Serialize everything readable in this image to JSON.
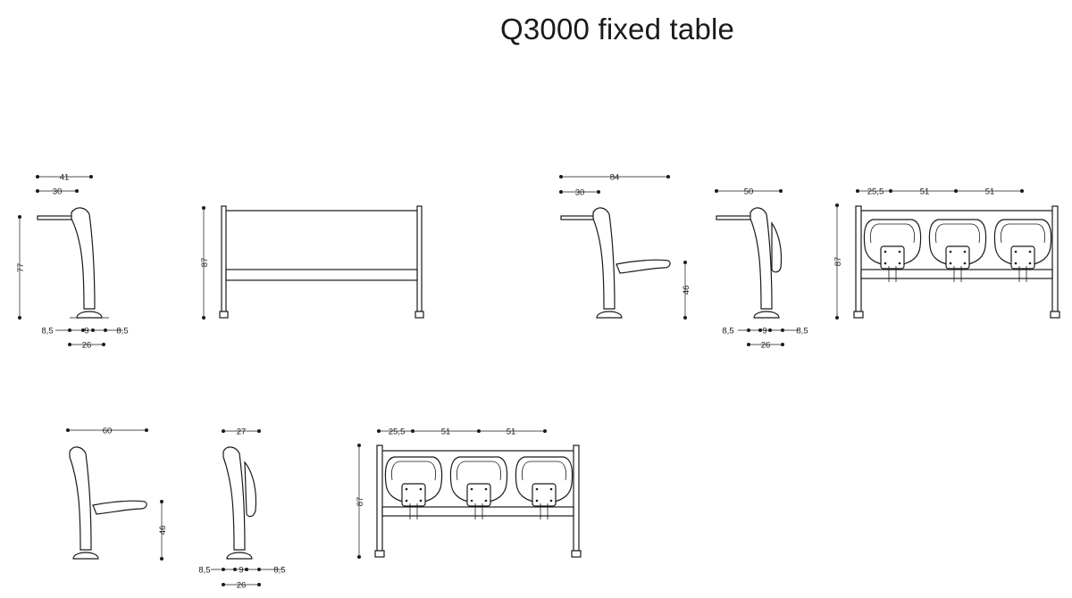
{
  "title": "Q3000 fixed table",
  "views": {
    "side_table": {
      "w_total": "41",
      "w_table": "30",
      "height": "77",
      "foot_l": "8,5",
      "foot_c": "9",
      "foot_r": "8,5",
      "foot_w": "26"
    },
    "front_table": {
      "height": "87"
    },
    "side_table_seat": {
      "w_total": "84",
      "w_table": "30",
      "seat_h": "46"
    },
    "side_table_folded": {
      "w_total": "50",
      "foot_l": "8,5",
      "foot_c": "9",
      "foot_r": "8,5",
      "foot_w": "26"
    },
    "front_three": {
      "edge": "25,5",
      "seat1": "51",
      "seat2": "51",
      "height": "87"
    },
    "side_seat": {
      "w_total": "60",
      "seat_h": "46"
    },
    "side_seat_folded": {
      "w_total": "27",
      "foot_l": "8,5",
      "foot_c": "9",
      "foot_r": "8,5",
      "foot_w": "26"
    },
    "rear_three": {
      "edge": "25,5",
      "seat1": "51",
      "seat2": "51",
      "height": "87"
    }
  }
}
